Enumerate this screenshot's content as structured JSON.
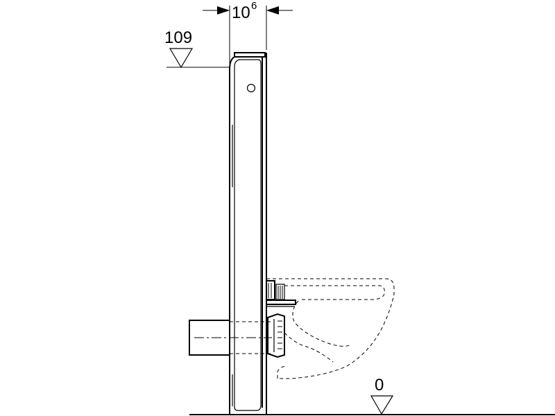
{
  "dimension_width": {
    "main": "10",
    "superscript": "6"
  },
  "level_top": {
    "value": "109"
  },
  "level_floor": {
    "value": "0"
  }
}
